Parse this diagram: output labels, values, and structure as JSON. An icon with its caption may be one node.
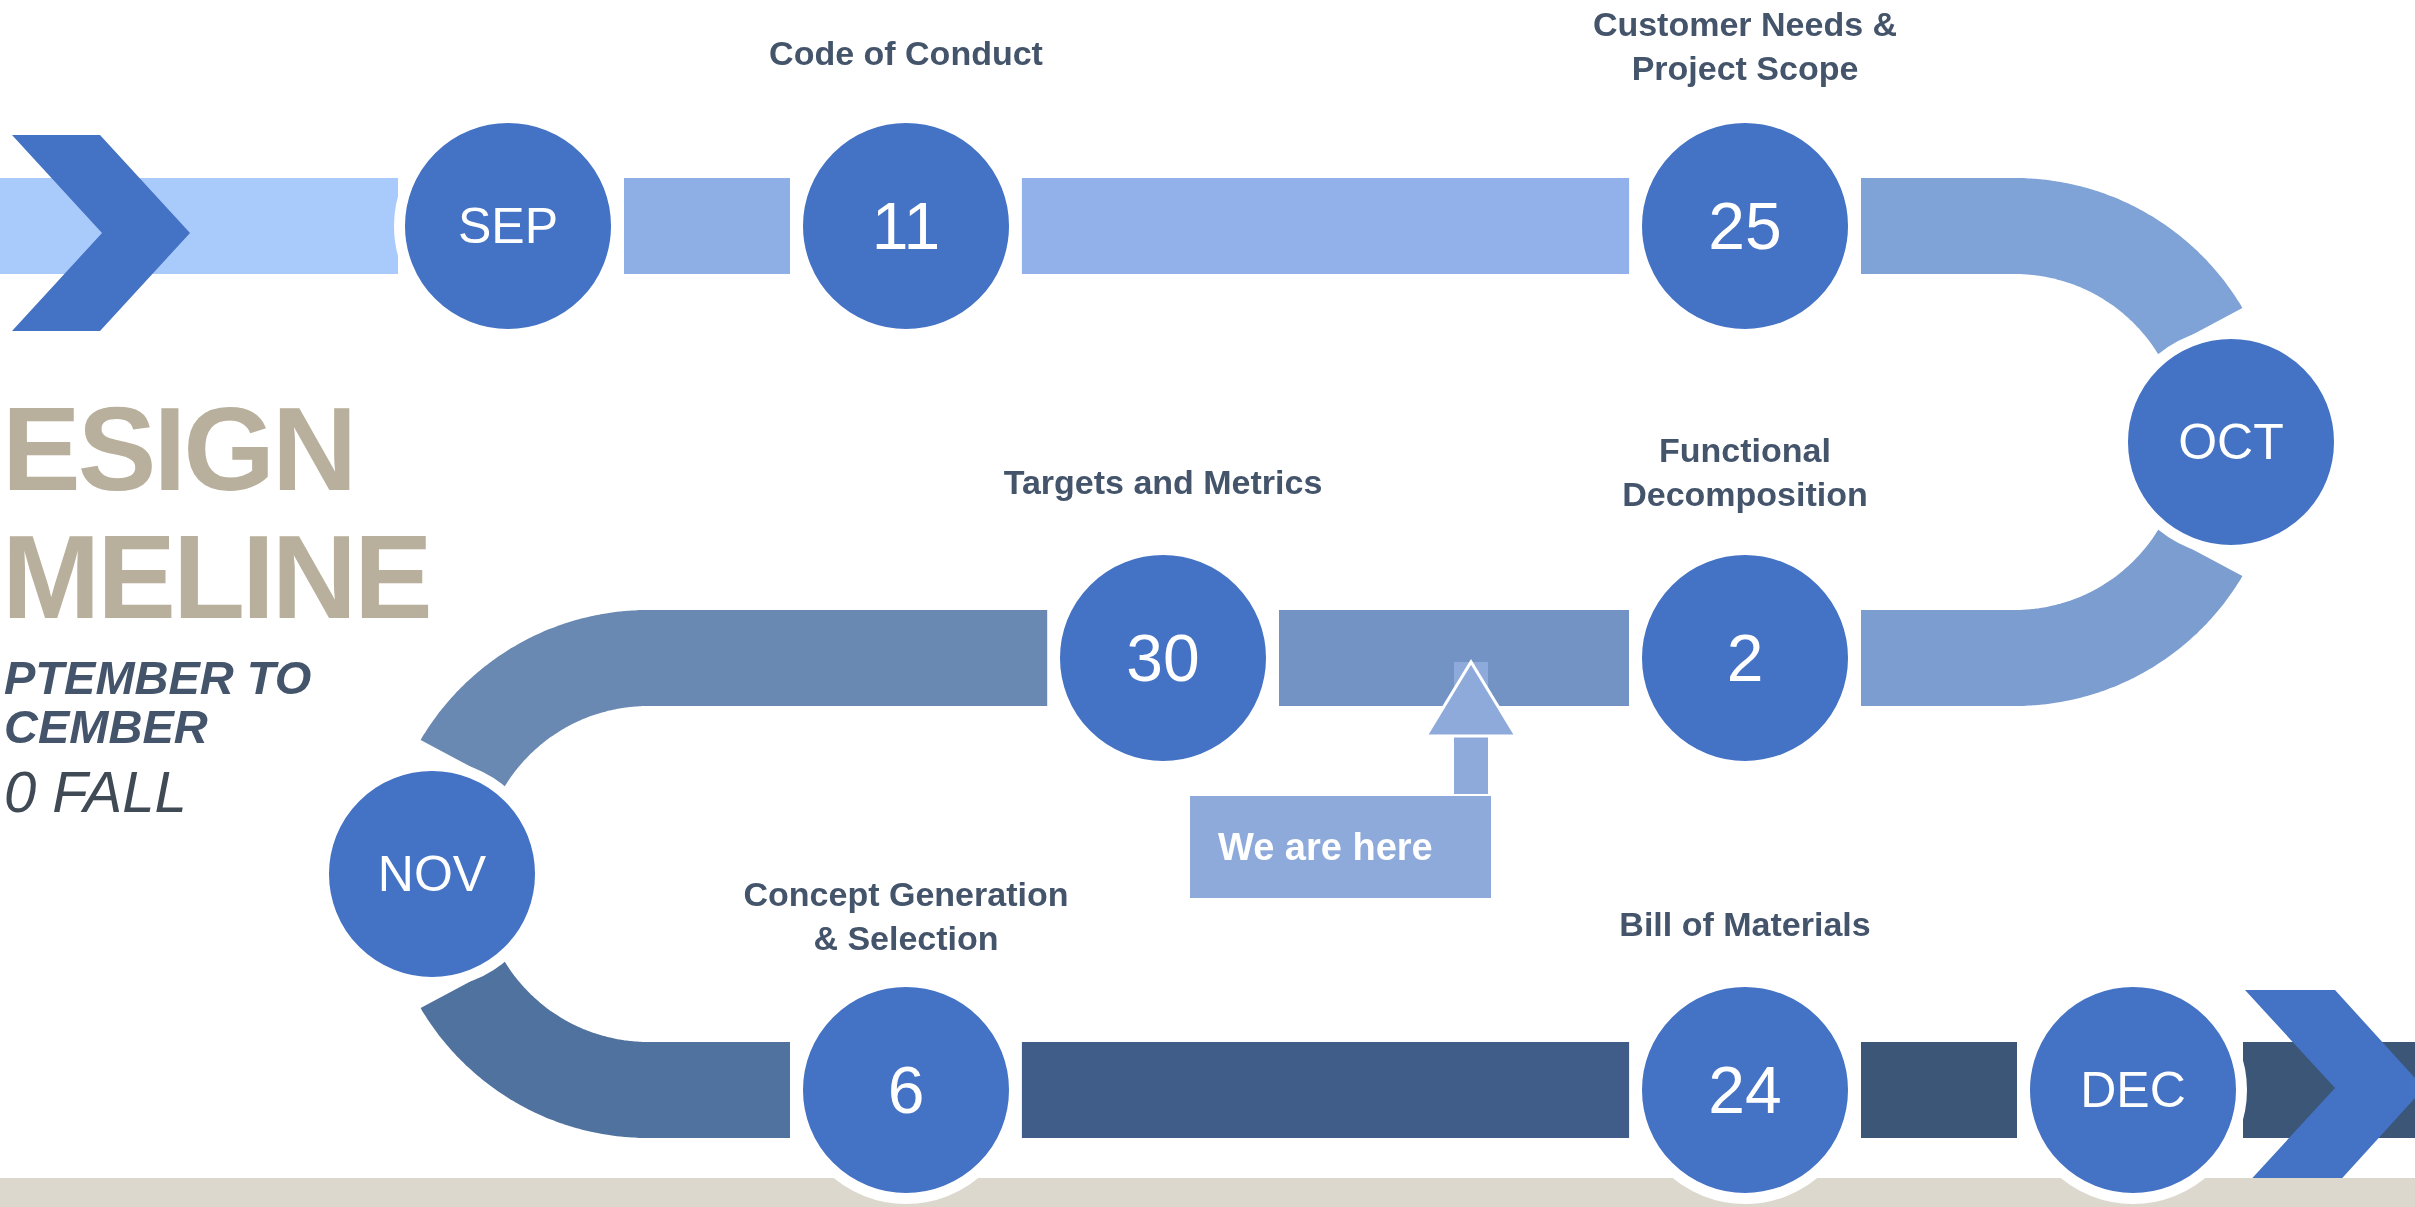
{
  "diagram": {
    "nodes": [
      {
        "text": [
          "SEP"
        ]
      },
      {
        "text": [
          "11"
        ],
        "beside": [
          "Code of Conduct"
        ]
      },
      {
        "text": [
          "25"
        ],
        "beside": [
          "Customer Needs & Project Scope"
        ]
      },
      {
        "text": [
          "OCT"
        ]
      },
      {
        "text": [
          "2"
        ],
        "beside": [
          "Functional Decomposition"
        ]
      },
      {
        "text": [
          "30"
        ],
        "beside": [
          "Targets and Metrics"
        ]
      },
      {
        "text": [
          "NOV"
        ]
      },
      {
        "text": [
          "6"
        ],
        "beside": [
          "Concept Generation & Selection"
        ]
      },
      {
        "text": [
          "24"
        ],
        "beside": [
          "Bill of Materials"
        ]
      },
      {
        "text": [
          "DEC"
        ]
      },
      {
        "text": [
          "We are here"
        ]
      }
    ],
    "edges": [
      {
        "from": 0,
        "to": 1,
        "arrow": "none",
        "color": "#8eaee6"
      },
      {
        "from": 1,
        "to": 2,
        "arrow": "none",
        "color": "#92b1ea"
      },
      {
        "from": 2,
        "to": 3,
        "arrow": "none",
        "color": "#7fa3d6"
      },
      {
        "from": 3,
        "to": 4,
        "arrow": "none",
        "color": "#7b9dd0"
      },
      {
        "from": 4,
        "to": 5,
        "arrow": "none",
        "color": "#7293c4"
      },
      {
        "from": 5,
        "to": 6,
        "arrow": "none",
        "color": "#6a89b2"
      },
      {
        "from": 6,
        "to": 7,
        "arrow": "none",
        "color": "#50729e"
      },
      {
        "from": 7,
        "to": 8,
        "arrow": "none",
        "color": "#3f5d88"
      },
      {
        "from": 8,
        "to": 9,
        "arrow": "none",
        "color": "#3c5678"
      },
      {
        "from": 10,
        "to": null,
        "arrow": "to",
        "color": "#8eaadb"
      }
    ],
    "labels": [
      "ESIGN",
      "MELINE",
      "PTEMBER TO",
      "CEMBER",
      "0 FALL"
    ]
  }
}
